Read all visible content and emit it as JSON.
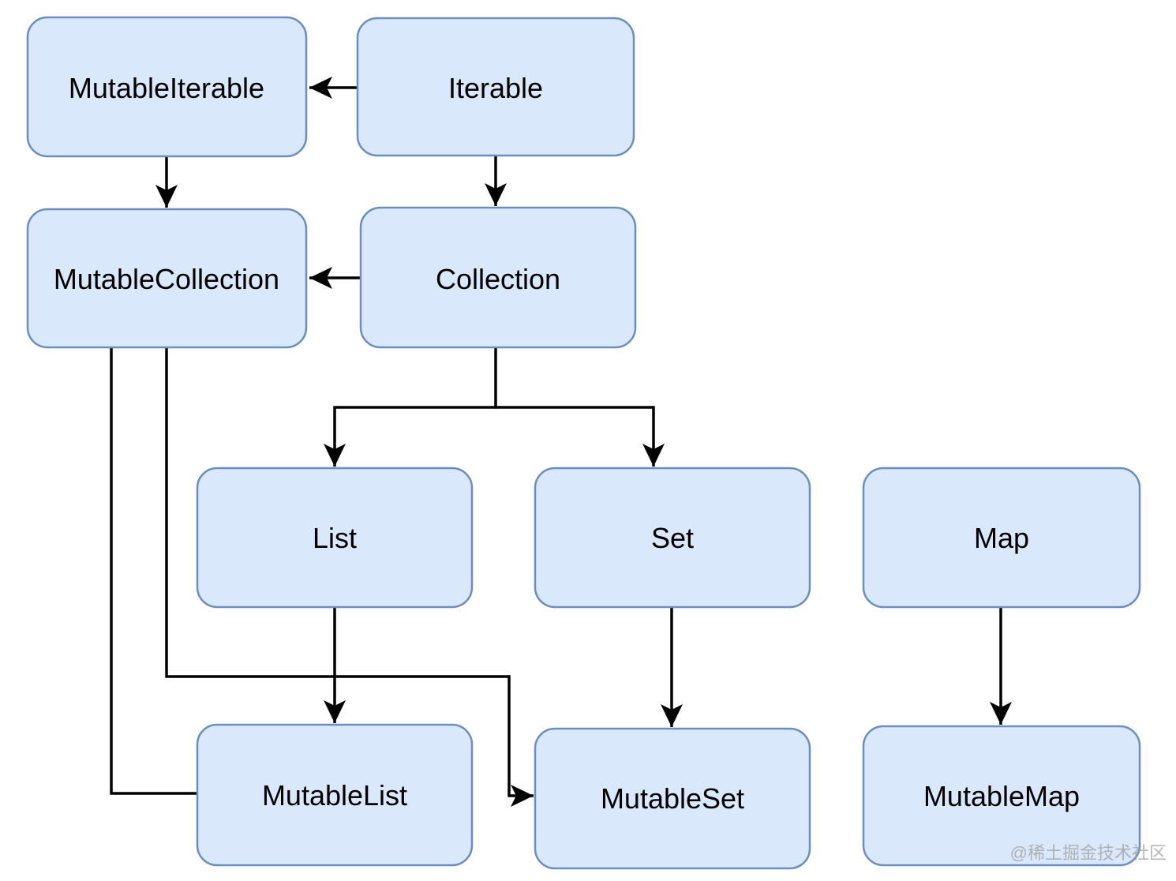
{
  "diagram": {
    "type": "class-hierarchy-flowchart",
    "nodes": [
      {
        "id": "mutable-iterable",
        "label": "MutableIterable"
      },
      {
        "id": "iterable",
        "label": "Iterable"
      },
      {
        "id": "mutable-collection",
        "label": "MutableCollection"
      },
      {
        "id": "collection",
        "label": "Collection"
      },
      {
        "id": "list",
        "label": "List"
      },
      {
        "id": "set",
        "label": "Set"
      },
      {
        "id": "map",
        "label": "Map"
      },
      {
        "id": "mutable-list",
        "label": "MutableList"
      },
      {
        "id": "mutable-set",
        "label": "MutableSet"
      },
      {
        "id": "mutable-map",
        "label": "MutableMap"
      }
    ],
    "edges": [
      {
        "from": "Iterable",
        "to": "MutableIterable",
        "arrowhead": true
      },
      {
        "from": "Iterable",
        "to": "Collection",
        "arrowhead": true
      },
      {
        "from": "MutableIterable",
        "to": "MutableCollection",
        "arrowhead": true
      },
      {
        "from": "Collection",
        "to": "MutableCollection",
        "arrowhead": true
      },
      {
        "from": "Collection",
        "to": "List",
        "arrowhead": true
      },
      {
        "from": "Collection",
        "to": "Set",
        "arrowhead": true
      },
      {
        "from": "List",
        "to": "MutableList",
        "arrowhead": true
      },
      {
        "from": "Set",
        "to": "MutableSet",
        "arrowhead": true
      },
      {
        "from": "Map",
        "to": "MutableMap",
        "arrowhead": true
      },
      {
        "from": "MutableCollection",
        "to": "MutableList",
        "arrowhead": false
      },
      {
        "from": "MutableCollection",
        "to": "MutableSet",
        "arrowhead": true
      }
    ]
  },
  "watermark": {
    "text": "@稀土掘金技术社区"
  },
  "colors": {
    "node_fill": "#dae8fc",
    "node_border": "#6c8ebf",
    "connector": "#000000",
    "text": "#000000",
    "background": "#ffffff",
    "watermark": "#9e9e9e"
  }
}
